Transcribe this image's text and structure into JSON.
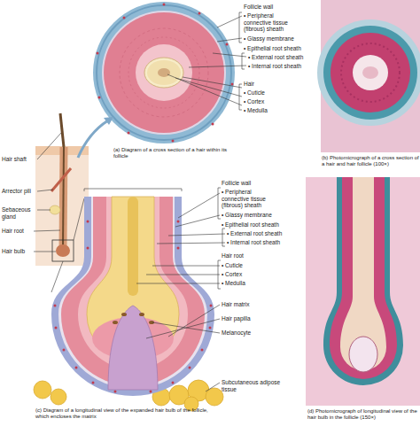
{
  "diagram": {
    "labels": [
      "Follicle wall",
      "• Peripheral connective tissue (fibrous) sheath",
      "• Glassy membrane",
      "• Epithelial root sheath",
      "• External root sheath",
      "• Internal root sheath",
      "Hair",
      "• Cuticle",
      "• Cortex",
      "• Medulla",
      "(a) Diagram of a cross section of a hair within its follicle",
      "(b) Photomicrograph of a cross section of a hair and hair follicle (100×)",
      "Hair shaft",
      "Arrector pili",
      "Sebaceous gland",
      "Hair root",
      "Hair bulb",
      "Follicle wall",
      "• Peripheral connective tissue (fibrous) sheath",
      "• Glassy membrane",
      "• Epithelial root sheath",
      "• External root sheath",
      "• Internal root sheath",
      "Hair root",
      "• Cuticle",
      "• Cortex",
      "• Medulla",
      "Hair matrix",
      "Hair papilla",
      "Melanocyte",
      "Subcutaneous adipose tissue",
      "(c) Diagram of a longitudinal view of the expanded hair bulb of the follicle, which encloses the matrix",
      "(d) Photomicrograph of longitudinal view of the hair bulb in the follicle (150×)"
    ]
  }
}
